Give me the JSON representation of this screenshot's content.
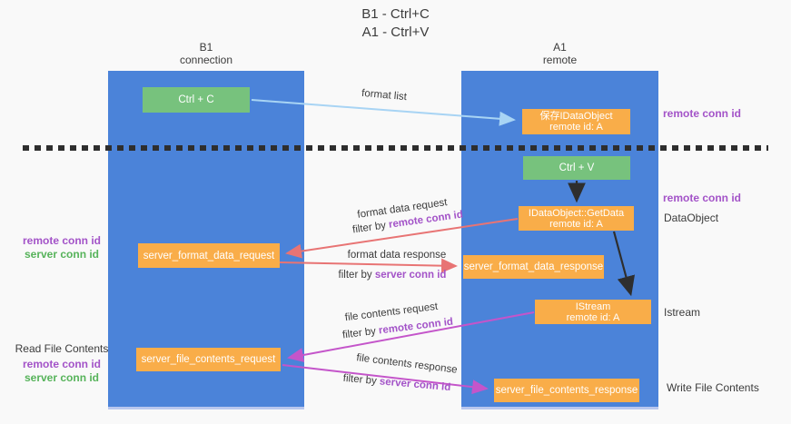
{
  "title": {
    "line1": "B1 - Ctrl+C",
    "line2": "A1 - Ctrl+V"
  },
  "columns": {
    "left": {
      "name": "B1",
      "subtitle": "connection"
    },
    "right": {
      "name": "A1",
      "subtitle": "remote"
    }
  },
  "boxes": {
    "ctrl_c": "Ctrl + C",
    "ctrl_v": "Ctrl + V",
    "save_idataobject": {
      "line1": "保存IDataObject",
      "line2": "remote id: A"
    },
    "getdata": {
      "line1": "IDataObject::GetData",
      "line2": "remote id: A"
    },
    "istream": {
      "line1": "IStream",
      "line2": "remote id: A"
    },
    "format_request": "server_format_data_request",
    "format_response": "server_format_data_response",
    "file_request": "server_file_contents_request",
    "file_response": "server_file_contents_response"
  },
  "labels": {
    "format_list": "format list",
    "format_data_request": "format data request",
    "format_data_response": "format data response",
    "file_contents_request": "file contents request",
    "file_contents_response": "file contents response",
    "filter_by": "filter by ",
    "remote_conn_id": "remote conn id",
    "server_conn_id": "server conn id",
    "dataobject": "DataObject",
    "istream": "Istream",
    "read_file_contents": "Read File Contents",
    "write_file_contents": "Write File Contents"
  },
  "colors": {
    "column_blue": "#4b83d9",
    "box_green": "#77c27d",
    "box_orange": "#f9ad49",
    "purple_text": "#a353c8",
    "green_text": "#56b35a",
    "salmon_arrow": "#e87474",
    "magenta_arrow": "#c455ca",
    "light_blue_arrow": "#a8d4f4",
    "dashed_line": "#2e2e2e"
  }
}
